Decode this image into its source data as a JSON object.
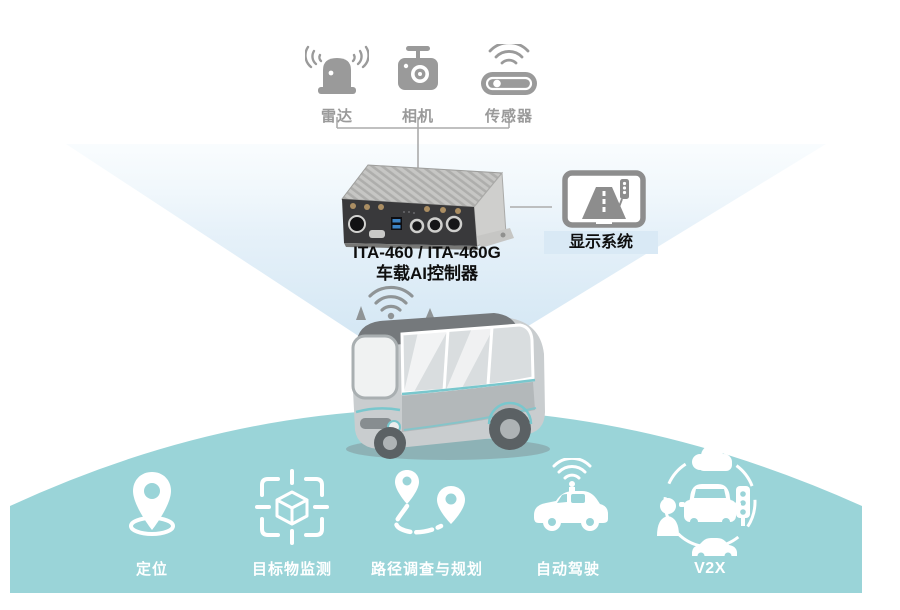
{
  "sensors": {
    "items": [
      {
        "id": "radar",
        "icon": "radar-beacon-icon",
        "label": "雷达"
      },
      {
        "id": "camera",
        "icon": "dashcam-icon",
        "label": "相机"
      },
      {
        "id": "sensor",
        "icon": "wireless-sensor-icon",
        "label": "传感器"
      }
    ]
  },
  "controller": {
    "model": "ITA-460 / ITA-460G",
    "name": "车载AI控制器"
  },
  "display": {
    "icon": "monitor-road-icon",
    "label": "显示系统"
  },
  "features": {
    "items": [
      {
        "id": "positioning",
        "icon": "location-pin-icon",
        "label": "定位"
      },
      {
        "id": "object-detection",
        "icon": "object-scan-cube-icon",
        "label": "目标物监测"
      },
      {
        "id": "route-planning",
        "icon": "route-pins-icon",
        "label": "路径调查与规划"
      },
      {
        "id": "autonomous-driving",
        "icon": "connected-car-icon",
        "label": "自动驾驶"
      },
      {
        "id": "v2x",
        "icon": "v2x-network-icon",
        "label": "V2X"
      }
    ]
  },
  "colors": {
    "ground_teal": "#9ad4d8",
    "cone_blue_top": "#f4fafd",
    "cone_blue_bottom": "#d4e7f4",
    "icon_gray": "#9a9a9a",
    "monitor_gray": "#8d8d8d",
    "highlight_band_blue": "#d9e9f5",
    "accent_teal": "#79c7cd",
    "text_black": "#0e0e0e",
    "white": "#ffffff"
  }
}
